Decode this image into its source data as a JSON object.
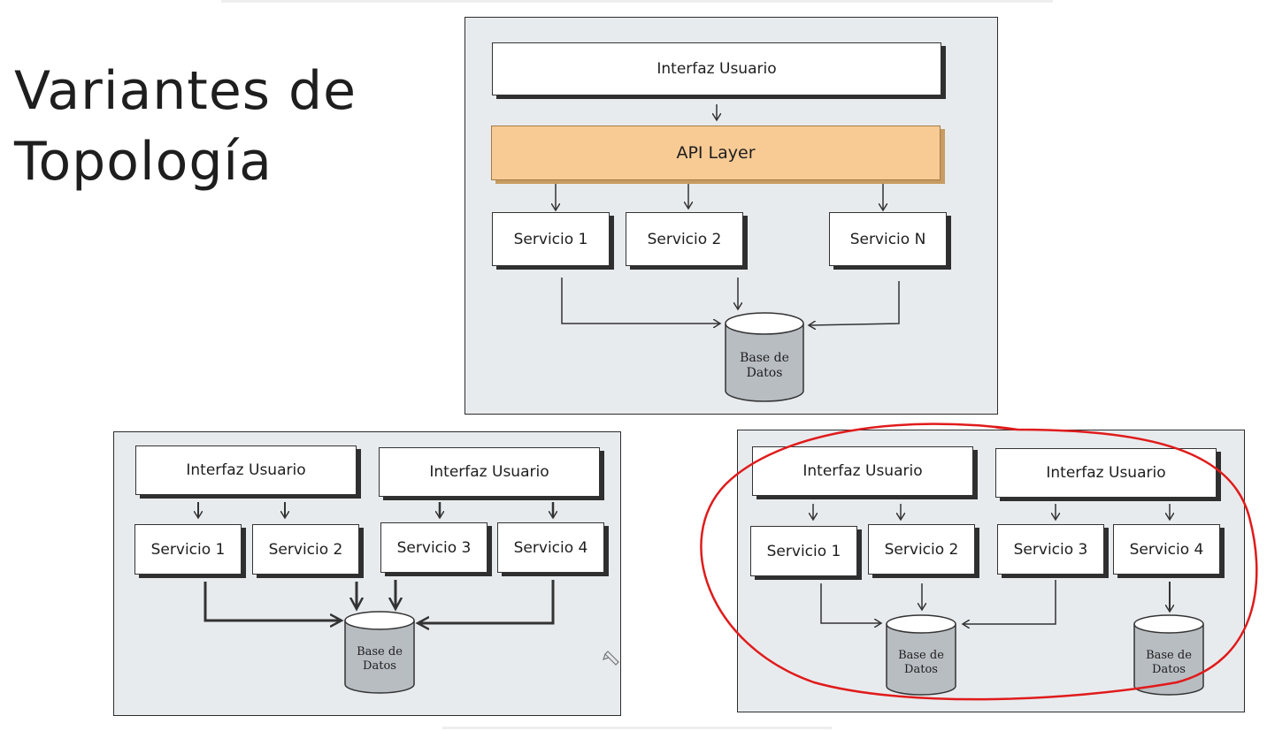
{
  "title": [
    "Variantes de",
    "Topología"
  ],
  "top_variant": {
    "ui_label": "Interfaz Usuario",
    "api_label": "API Layer",
    "services": [
      "Servicio 1",
      "Servicio 2",
      "Servicio N"
    ],
    "db_label": [
      "Base de",
      "Datos"
    ]
  },
  "bottom_left_variant": {
    "ui_labels": [
      "Interfaz Usuario",
      "Interfaz Usuario"
    ],
    "services": [
      "Servicio 1",
      "Servicio 2",
      "Servicio 3",
      "Servicio 4"
    ],
    "db_label": [
      "Base de",
      "Datos"
    ]
  },
  "bottom_right_variant": {
    "ui_labels": [
      "Interfaz Usuario",
      "Interfaz Usuario"
    ],
    "services": [
      "Servicio 1",
      "Servicio 2",
      "Servicio 3",
      "Servicio 4"
    ],
    "db_labels": [
      [
        "Base de",
        "Datos"
      ],
      [
        "Base de",
        "Datos"
      ]
    ],
    "highlighted": true,
    "highlight_color": "#e01b1b"
  },
  "colors": {
    "panel_bg": "#e8ebee",
    "api_fill": "#f8cb95",
    "db_fill": "#b8bdc2"
  }
}
